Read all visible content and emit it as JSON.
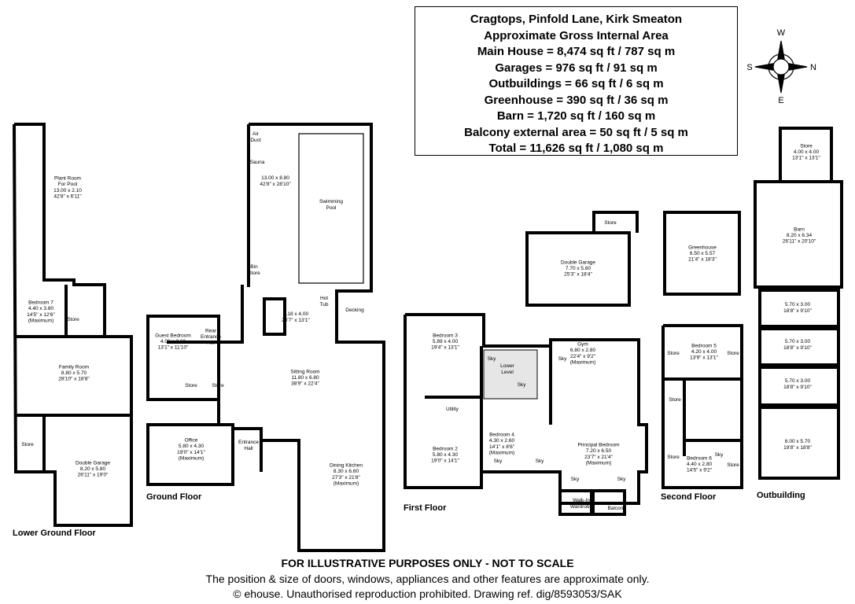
{
  "summary": {
    "title": "Cragtops, Pinfold Lane, Kirk Smeaton",
    "subtitle": "Approximate Gross Internal Area",
    "lines": [
      "Main House = 8,474 sq ft / 787 sq m",
      "Garages = 976 sq ft / 91 sq m",
      "Outbuildings = 66 sq ft / 6 sq m",
      "Greenhouse = 390 sq ft / 36 sq m",
      "Barn = 1,720 sq ft / 160 sq m",
      "Balcony external area = 50 sq ft / 5 sq m",
      "Total = 11,626 sq ft / 1,080 sq m"
    ]
  },
  "compass": {
    "north": "N",
    "south": "S",
    "east": "E",
    "west": "W"
  },
  "floors": {
    "lower_ground": "Lower Ground Floor",
    "ground": "Ground Floor",
    "first": "First Floor",
    "second": "Second Floor",
    "outbuilding": "Outbuilding"
  },
  "rooms": [
    {
      "id": "plant-room",
      "lines": [
        "Plant Room",
        "For Pool",
        "13.00 x 2.10",
        "42'8\" x 6'11\""
      ]
    },
    {
      "id": "bedroom-7",
      "lines": [
        "Bedroom 7",
        "4.40 x 3.80",
        "14'5\" x 12'6\"",
        "(Maximum)"
      ]
    },
    {
      "id": "lg-store-1",
      "lines": [
        "Store"
      ]
    },
    {
      "id": "family-room",
      "lines": [
        "Family Room",
        "8.80 x 5.70",
        "28'10\" x 18'8\""
      ]
    },
    {
      "id": "lg-store-2",
      "lines": [
        "Store"
      ]
    },
    {
      "id": "lg-double-garage",
      "lines": [
        "Double Garage",
        "8.20 x 5.80",
        "26'11\" x 19'0\""
      ]
    },
    {
      "id": "air-duct",
      "lines": [
        "Air",
        "Duct"
      ]
    },
    {
      "id": "sauna",
      "lines": [
        "Sauna"
      ]
    },
    {
      "id": "pool-dims",
      "lines": [
        "13.00 x 8.80",
        "42'8\" x 28'10\""
      ]
    },
    {
      "id": "swimming-pool",
      "lines": [
        "Swimming",
        "Pool"
      ]
    },
    {
      "id": "bin-store",
      "lines": [
        "Bin",
        "Store"
      ]
    },
    {
      "id": "hot-tub",
      "lines": [
        "Hot",
        "Tub"
      ]
    },
    {
      "id": "decking",
      "lines": [
        "Decking"
      ]
    },
    {
      "id": "terrace-dims",
      "lines": [
        "7.18 x 4.00",
        "23'7\" x 13'1\""
      ]
    },
    {
      "id": "guest-bedroom",
      "lines": [
        "Guest Bedroom",
        "4.00 x 3.60",
        "13'1\" x 11'10\""
      ]
    },
    {
      "id": "rear-entrance-hall",
      "lines": [
        "Rear",
        "Entrance",
        "Hall"
      ]
    },
    {
      "id": "gf-store-1",
      "lines": [
        "Store"
      ]
    },
    {
      "id": "gf-store-2",
      "lines": [
        "Store"
      ]
    },
    {
      "id": "sitting-room",
      "lines": [
        "Sitting Room",
        "11.80 x 6.80",
        "38'9\" x 22'4\""
      ]
    },
    {
      "id": "office",
      "lines": [
        "Office",
        "5.80 x 4.30",
        "19'0\" x 14'1\"",
        "(Maximum)"
      ]
    },
    {
      "id": "entrance-hall",
      "lines": [
        "Entrance",
        "Hall"
      ]
    },
    {
      "id": "dining-kitchen",
      "lines": [
        "Dining Kitchen",
        "8.30 x 6.60",
        "27'3\" x 21'8\"",
        "(Maximum)"
      ]
    },
    {
      "id": "bedroom-3",
      "lines": [
        "Bedroom 3",
        "5.89 x 4.00",
        "19'4\" x 13'1\""
      ]
    },
    {
      "id": "lower-level",
      "lines": [
        "Lower",
        "Level"
      ]
    },
    {
      "id": "sky-1",
      "lines": [
        "Sky"
      ]
    },
    {
      "id": "sky-2",
      "lines": [
        "Sky"
      ]
    },
    {
      "id": "gym",
      "lines": [
        "Gym",
        "6.80 x 2.80",
        "22'4\" x 9'2\"",
        "(Maximum)"
      ]
    },
    {
      "id": "sky-3",
      "lines": [
        "Sky"
      ]
    },
    {
      "id": "utility",
      "lines": [
        "Utility"
      ]
    },
    {
      "id": "bedroom-2",
      "lines": [
        "Bedroom 2",
        "5.80 x 4.30",
        "19'0\" x 14'1\""
      ]
    },
    {
      "id": "bedroom-4",
      "lines": [
        "Bedroom 4",
        "4.30 x 2.60",
        "14'1\" x 8'6\"",
        "(Maximum)"
      ]
    },
    {
      "id": "sky-4",
      "lines": [
        "Sky"
      ]
    },
    {
      "id": "sky-5",
      "lines": [
        "Sky"
      ]
    },
    {
      "id": "principal-bedroom",
      "lines": [
        "Principal Bedroom",
        "7.20 x 6.50",
        "23'7\" x 21'4\"",
        "(Maximum)"
      ]
    },
    {
      "id": "sky-6",
      "lines": [
        "Sky"
      ]
    },
    {
      "id": "sky-7",
      "lines": [
        "Sky"
      ]
    },
    {
      "id": "walk-in-wardrobe",
      "lines": [
        "Walk-In",
        "Wardrobe"
      ]
    },
    {
      "id": "balcony",
      "lines": [
        "Balcony"
      ]
    },
    {
      "id": "garage-store",
      "lines": [
        "Store"
      ]
    },
    {
      "id": "double-garage",
      "lines": [
        "Double Garage",
        "7.70 x 5.60",
        "25'3\" x 18'4\""
      ]
    },
    {
      "id": "greenhouse",
      "lines": [
        "Greenhouse",
        "6.50 x 5.57",
        "21'4\" x 18'3\""
      ]
    },
    {
      "id": "bedroom-5",
      "lines": [
        "Bedroom 5",
        "4.20 x 4.00",
        "13'9\" x 13'1\""
      ]
    },
    {
      "id": "sf-store-1",
      "lines": [
        "Store"
      ]
    },
    {
      "id": "sf-store-2",
      "lines": [
        "Store"
      ]
    },
    {
      "id": "sf-store-3",
      "lines": [
        "Store"
      ]
    },
    {
      "id": "bedroom-6",
      "lines": [
        "Bedroom 6",
        "4.40 x 2.80",
        "14'5\" x 9'2\""
      ]
    },
    {
      "id": "sf-store-4",
      "lines": [
        "Store"
      ]
    },
    {
      "id": "sf-store-5",
      "lines": [
        "Store"
      ]
    },
    {
      "id": "sky-8",
      "lines": [
        "Sky"
      ]
    },
    {
      "id": "ob-store",
      "lines": [
        "Store",
        "4.00 x 4.00",
        "13'1\" x 13'1\""
      ]
    },
    {
      "id": "barn",
      "lines": [
        "Barn",
        "8.20 x 6.34",
        "26'11\" x 20'10\""
      ]
    },
    {
      "id": "ob-room-1",
      "lines": [
        "5.70 x 3.00",
        "18'8\" x 9'10\""
      ]
    },
    {
      "id": "ob-room-2",
      "lines": [
        "5.70 x 3.00",
        "18'8\" x 9'10\""
      ]
    },
    {
      "id": "ob-room-3",
      "lines": [
        "5.70 x 3.00",
        "18'8\" x 9'10\""
      ]
    },
    {
      "id": "ob-room-4",
      "lines": [
        "6.00 x 5.70",
        "19'8\" x 18'8\""
      ]
    }
  ],
  "disclaimer": {
    "title": "FOR ILLUSTRATIVE PURPOSES ONLY - NOT TO SCALE",
    "line1": "The position & size of doors, windows, appliances and other features are approximate only.",
    "line2": "© ehouse. Unauthorised reproduction prohibited. Drawing ref. dig/8593053/SAK"
  }
}
